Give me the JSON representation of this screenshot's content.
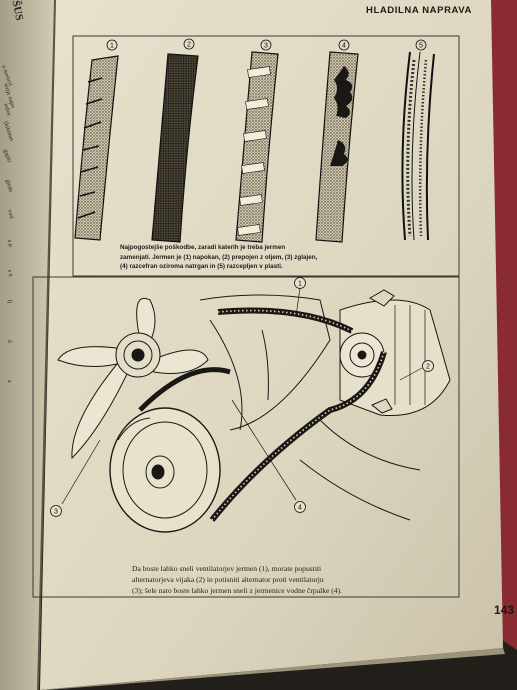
{
  "page": {
    "running_head": "HLADILNA NAPRAVA",
    "page_number": "143"
  },
  "figure_top": {
    "callouts": [
      "1",
      "2",
      "3",
      "4",
      "5"
    ],
    "caption_lines": [
      "Najpogostejše poškodbe, zaradi katerih je treba jermen",
      "zamenjati. Jermen je (1) napokan, (2) prepojen z oljem, (3) zglajen,",
      "(4) razcefran oziroma natrgan in (5) razcepljen v plasti."
    ]
  },
  "figure_bottom": {
    "callouts": [
      "1",
      "2",
      "3",
      "4"
    ],
    "caption_lines": [
      "Da boste lahko sneli ventilatorjev jermen (1), morate popustiti",
      "alternatorjeva vijaka (2) in potisniti alternator proti ventilatorju",
      "(3); šele nato boste lahko jermen sneli z jermenice vodne črpalke (4)."
    ]
  },
  "left_page": {
    "fragments": [
      "ŠUS",
      "o nastavi",
      "terije napo",
      "rožoc",
      "(kilomet",
      "gaplo",
      "glede",
      "vod",
      "a p",
      "e k",
      "lj",
      "d",
      "a"
    ]
  }
}
